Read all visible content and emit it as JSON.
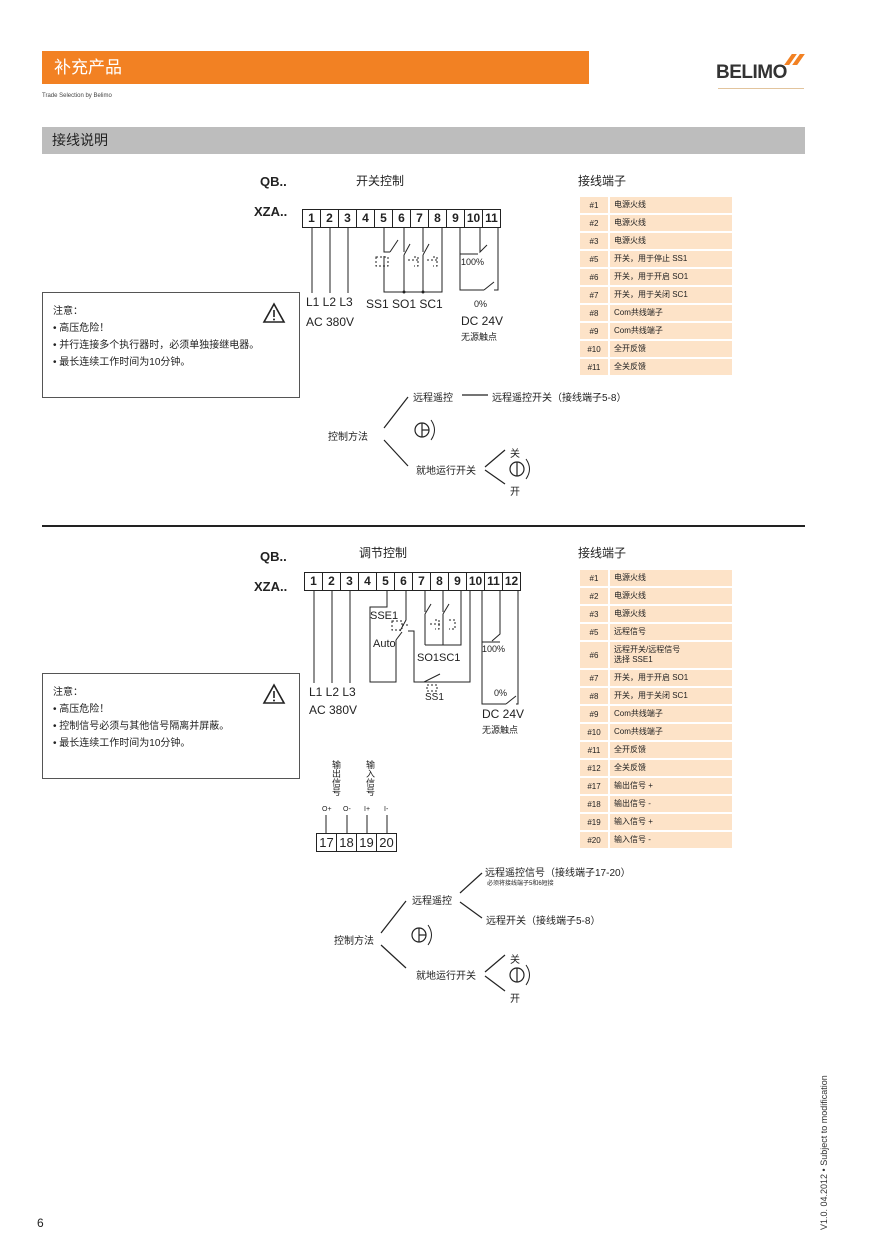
{
  "header": {
    "title": "补充产品",
    "subtitle": "Trade Selection by Belimo",
    "brand": "BELIMO",
    "brand_color": "#f28123"
  },
  "section": {
    "title": "接线说明"
  },
  "diagram1": {
    "model_qb": "QB..",
    "model_xza": "XZA..",
    "title": "开关控制",
    "terminals": [
      "1",
      "2",
      "3",
      "4",
      "5",
      "6",
      "7",
      "8",
      "9",
      "10",
      "11"
    ],
    "labels": {
      "phases": "L1 L2 L3",
      "voltage": "AC 380V",
      "switches": "SS1 SO1 SC1",
      "pct100": "100%",
      "pct0": "0%",
      "dc": "DC 24V",
      "dry_contact": "无源触点"
    },
    "terminal_table_title": "接线端子",
    "terminal_table": [
      {
        "k": "#1",
        "v": "电源火线"
      },
      {
        "k": "#2",
        "v": "电源火线"
      },
      {
        "k": "#3",
        "v": "电源火线"
      },
      {
        "k": "#5",
        "v": "开关，用于停止  SS1"
      },
      {
        "k": "#6",
        "v": "开关，用于开启  SO1"
      },
      {
        "k": "#7",
        "v": "开关，用于关闭   SC1"
      },
      {
        "k": "#8",
        "v": "Com共线端子"
      },
      {
        "k": "#9",
        "v": "Com共线端子"
      },
      {
        "k": "#10",
        "v": "全开反馈"
      },
      {
        "k": "#11",
        "v": "全关反馈"
      }
    ],
    "note": {
      "title": "注意：",
      "items": [
        "高压危险！",
        "并行连接多个执行器时，必须单独接继电器。",
        "最长连续工作时间为10分钟。"
      ]
    },
    "control": {
      "method": "控制方法",
      "remote": "远程遥控",
      "remote_detail": "远程遥控开关（接线端子5-8）",
      "local": "就地运行开关",
      "close": "关",
      "open": "开"
    }
  },
  "diagram2": {
    "model_qb": "QB..",
    "model_xza": "XZA..",
    "title": "调节控制",
    "terminals": [
      "1",
      "2",
      "3",
      "4",
      "5",
      "6",
      "7",
      "8",
      "9",
      "10",
      "11",
      "12"
    ],
    "labels": {
      "sse1": "SSE1",
      "auto": "Auto",
      "so1sc1": "SO1SC1",
      "ss1": "SS1",
      "phases": "L1 L2 L3",
      "voltage": "AC 380V",
      "pct100": "100%",
      "pct0": "0%",
      "dc": "DC 24V",
      "dry_contact": "无源触点",
      "output_signal": "输出信号",
      "input_signal": "输入信号",
      "o_plus": "O+",
      "o_minus": "O-",
      "i_plus": "I+",
      "i_minus": "I-"
    },
    "signal_terminals": [
      "17",
      "18",
      "19",
      "20"
    ],
    "terminal_table_title": "接线端子",
    "terminal_table": [
      {
        "k": "#1",
        "v": "电源火线"
      },
      {
        "k": "#2",
        "v": "电源火线"
      },
      {
        "k": "#3",
        "v": "电源火线"
      },
      {
        "k": "#5",
        "v": "远程信号"
      },
      {
        "k": "#6",
        "v": "远程开关/远程信号",
        "v2": "选择 SSE1"
      },
      {
        "k": "#7",
        "v": "开关，用于开启 SO1"
      },
      {
        "k": "#8",
        "v": "开关，用于关闭 SC1"
      },
      {
        "k": "#9",
        "v": "Com共线端子"
      },
      {
        "k": "#10",
        "v": "Com共线端子"
      },
      {
        "k": "#11",
        "v": "全开反馈"
      },
      {
        "k": "#12",
        "v": "全关反馈"
      },
      {
        "k": "#17",
        "v": "输出信号 +"
      },
      {
        "k": "#18",
        "v": "输出信号 -"
      },
      {
        "k": "#19",
        "v": "输入信号 +"
      },
      {
        "k": "#20",
        "v": "输入信号 -"
      }
    ],
    "note": {
      "title": "注意：",
      "items": [
        "高压危险！",
        "控制信号必须与其他信号隔离并屏蔽。",
        "最长连续工作时间为10分钟。"
      ]
    },
    "control": {
      "method": "控制方法",
      "remote": "远程遥控",
      "remote_signal": "远程遥控信号（接线端子17-20）",
      "remote_signal_note": "必须将接线端子5和6短接",
      "remote_switch": "远程开关（接线端子5-8）",
      "local": "就地运行开关",
      "close": "关",
      "open": "开"
    }
  },
  "footer": {
    "page_number": "6",
    "version": "V1.0. 04.2012 • Subject to modification"
  }
}
